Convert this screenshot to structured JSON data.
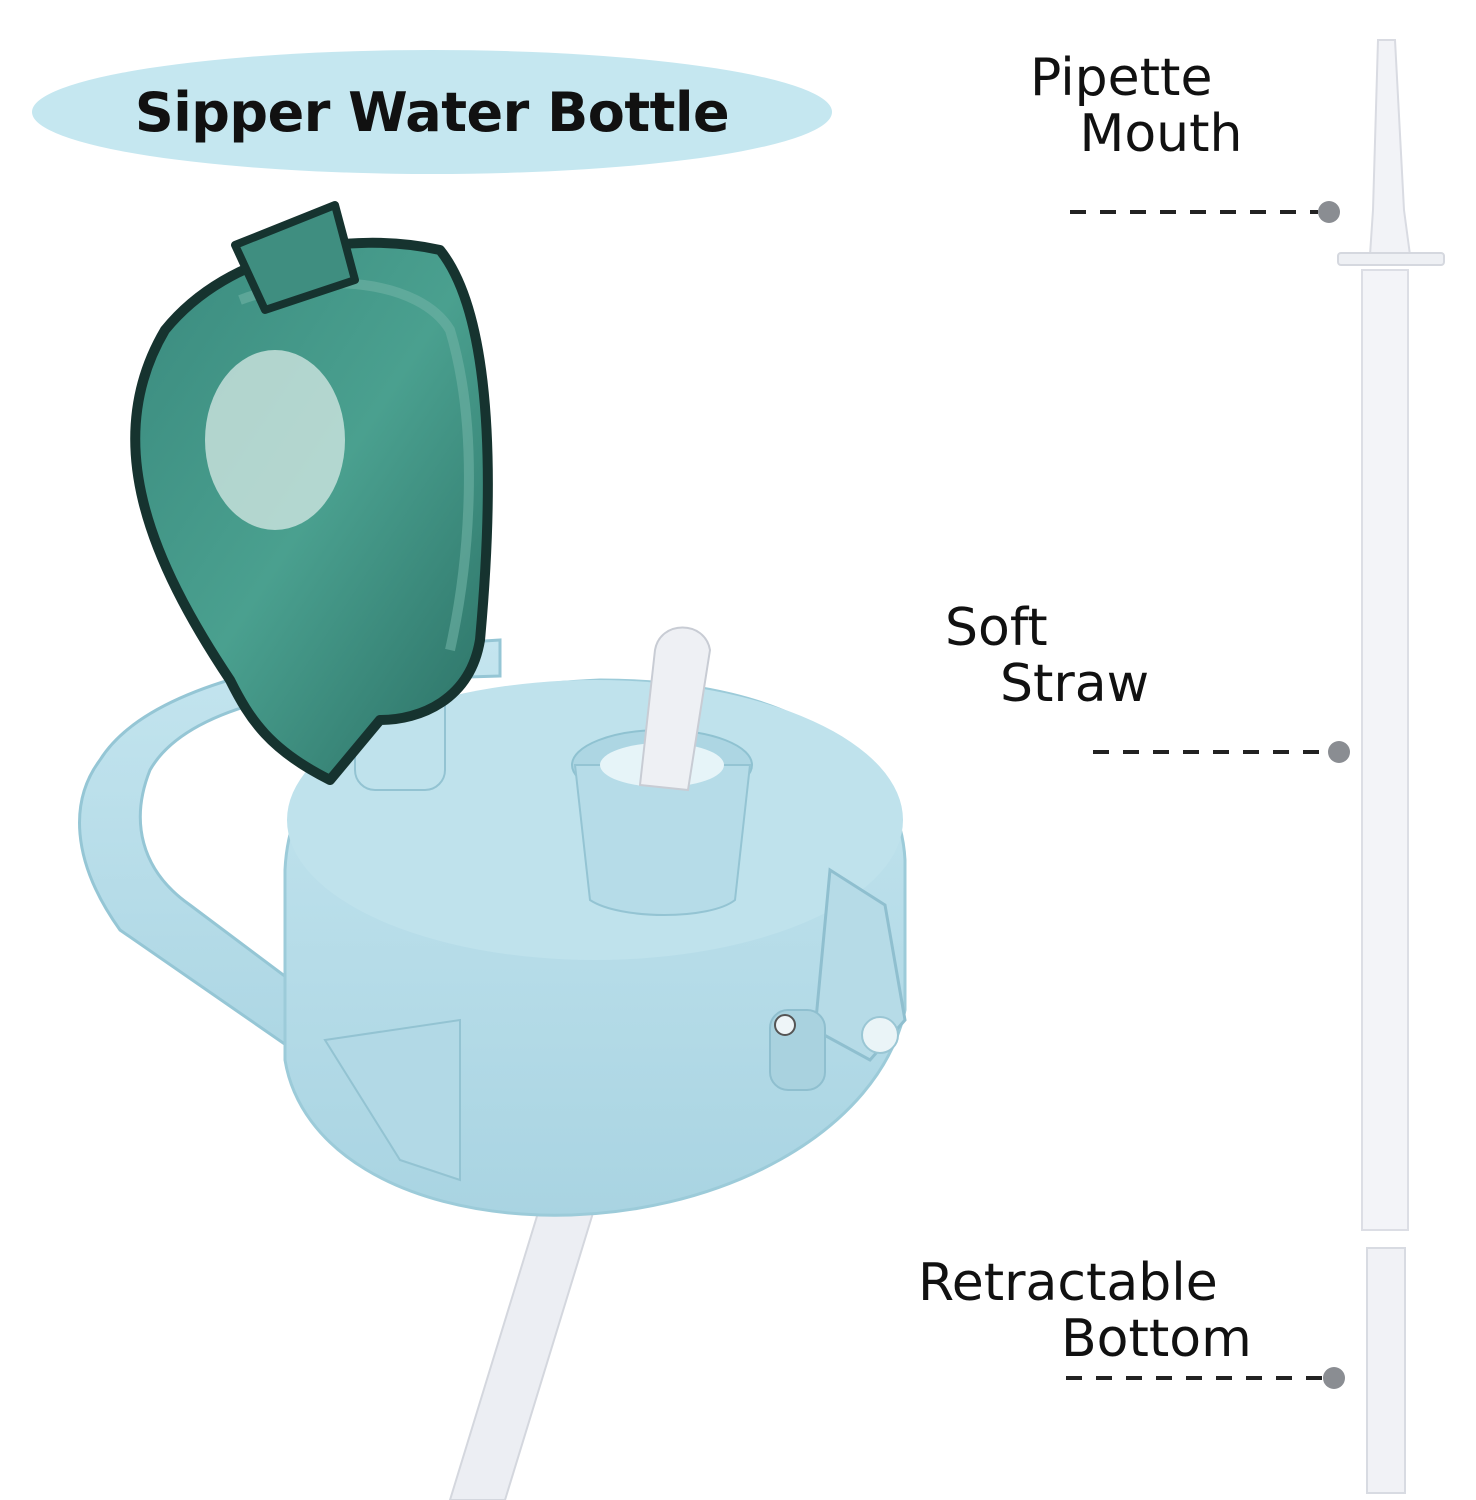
{
  "title": "Sipper Water Bottle",
  "labels": {
    "pipette": {
      "line1": "Pipette",
      "line2": "Mouth"
    },
    "soft_straw": {
      "line1": "Soft",
      "line2": "Straw"
    },
    "retractable": {
      "line1": "Retractable",
      "line2": "Bottom"
    }
  },
  "colors": {
    "cap": "#b9dfea",
    "cap_shade": "#a6d3e0",
    "lid": "#2f7f73",
    "lid_dark": "#1c3f3a",
    "title_bg": "#c5e7f0",
    "straw": "#f1f2f6",
    "marker": "#8a8d92"
  }
}
